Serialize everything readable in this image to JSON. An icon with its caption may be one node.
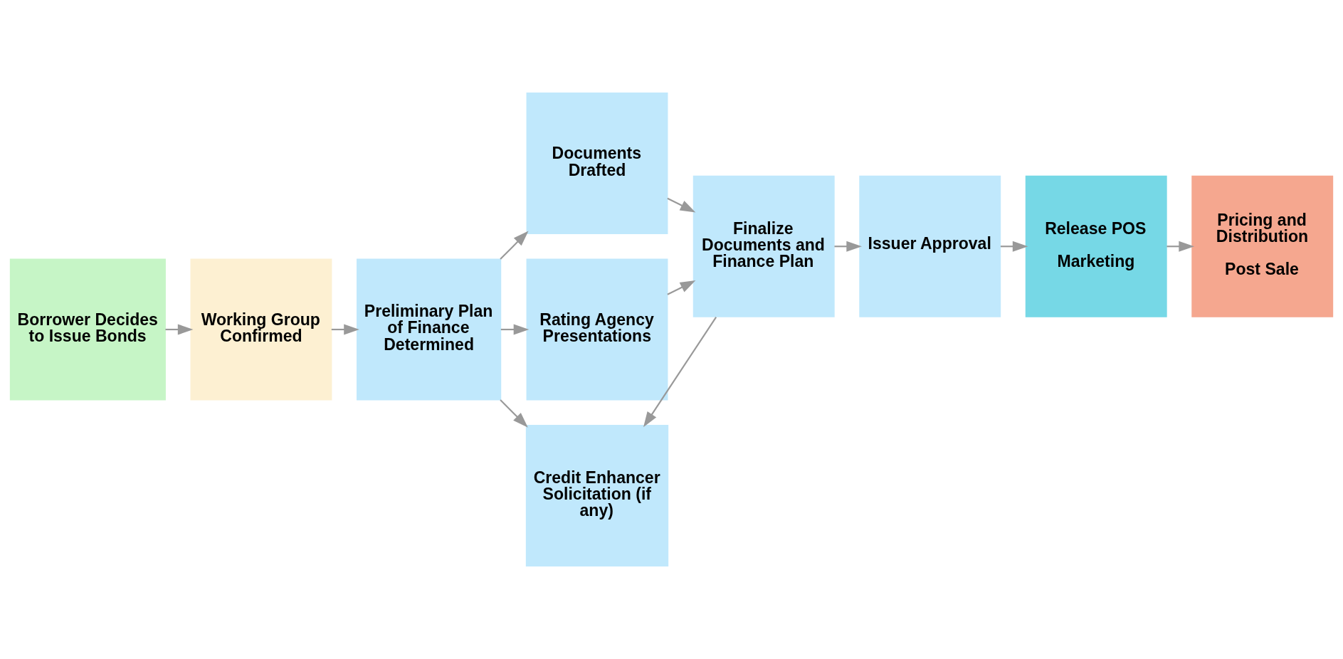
{
  "diagram": {
    "nodes": [
      {
        "text": [
          "Borrower Decides to Issue Bonds"
        ]
      },
      {
        "text": [
          "Working Group Confirmed"
        ]
      },
      {
        "text": [
          "Preliminary Plan of Finance Determined"
        ]
      },
      {
        "text": [
          "Documents Drafted"
        ]
      },
      {
        "text": [
          "Rating Agency Presentations"
        ]
      },
      {
        "text": [
          "Credit Enhancer Solicitation (if any)"
        ]
      },
      {
        "text": [
          "Finalize Documents and Finance Plan"
        ]
      },
      {
        "text": [
          "Issuer Approval"
        ]
      },
      {
        "text": [
          "Release POS",
          "Marketing"
        ]
      },
      {
        "text": [
          "Pricing and Distribution",
          "Post Sale"
        ]
      }
    ],
    "edges": [
      {
        "from": 0,
        "to": 1,
        "arrow": "to"
      },
      {
        "from": 1,
        "to": 2,
        "arrow": "to"
      },
      {
        "from": 2,
        "to": 3,
        "arrow": "to"
      },
      {
        "from": 2,
        "to": 4,
        "arrow": "to"
      },
      {
        "from": 2,
        "to": 5,
        "arrow": "to"
      },
      {
        "from": 3,
        "to": 6,
        "arrow": "to"
      },
      {
        "from": 4,
        "to": 6,
        "arrow": "to"
      },
      {
        "from": 6,
        "to": 5,
        "arrow": "to"
      },
      {
        "from": 6,
        "to": 7,
        "arrow": "to"
      },
      {
        "from": 7,
        "to": 8,
        "arrow": "to"
      },
      {
        "from": 8,
        "to": 9,
        "arrow": "to"
      }
    ]
  }
}
